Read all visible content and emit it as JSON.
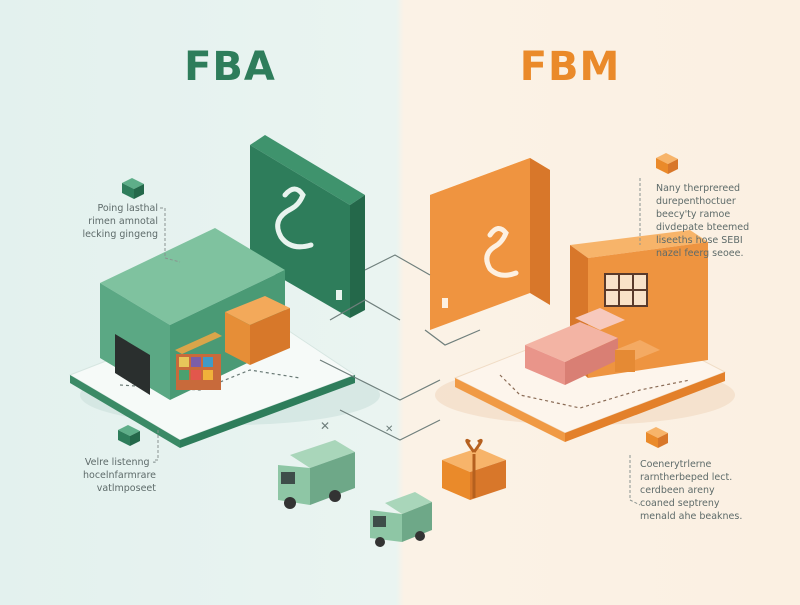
{
  "left": {
    "title": "FBA",
    "color": "#2e7d5b",
    "callout_top": "Poing lasthal\nrimen amnotal\nlecking gingeng",
    "callout_bottom": "Velre listenng -\nhocelnfarmrare\nvatlmposeet"
  },
  "right": {
    "title": "FBM",
    "color": "#ea8a2a",
    "callout_top": "Nany therprereed\ndurepenthoctuer\nbeecy'ty ramoe\ndivdepate bteemed\nliseeths hose SEBI\nnazel feerg seoee.",
    "callout_bottom": "Coenerytrlerne\nrarntherbeped lect.\ncerdbeen areny\ncoaned septreny\nmenald ahe beaknes."
  },
  "icons": [
    "storefront-icon",
    "package-icon",
    "delivery-truck-icon",
    "gift-box-icon",
    "bed-icon",
    "warehouse-icon"
  ]
}
